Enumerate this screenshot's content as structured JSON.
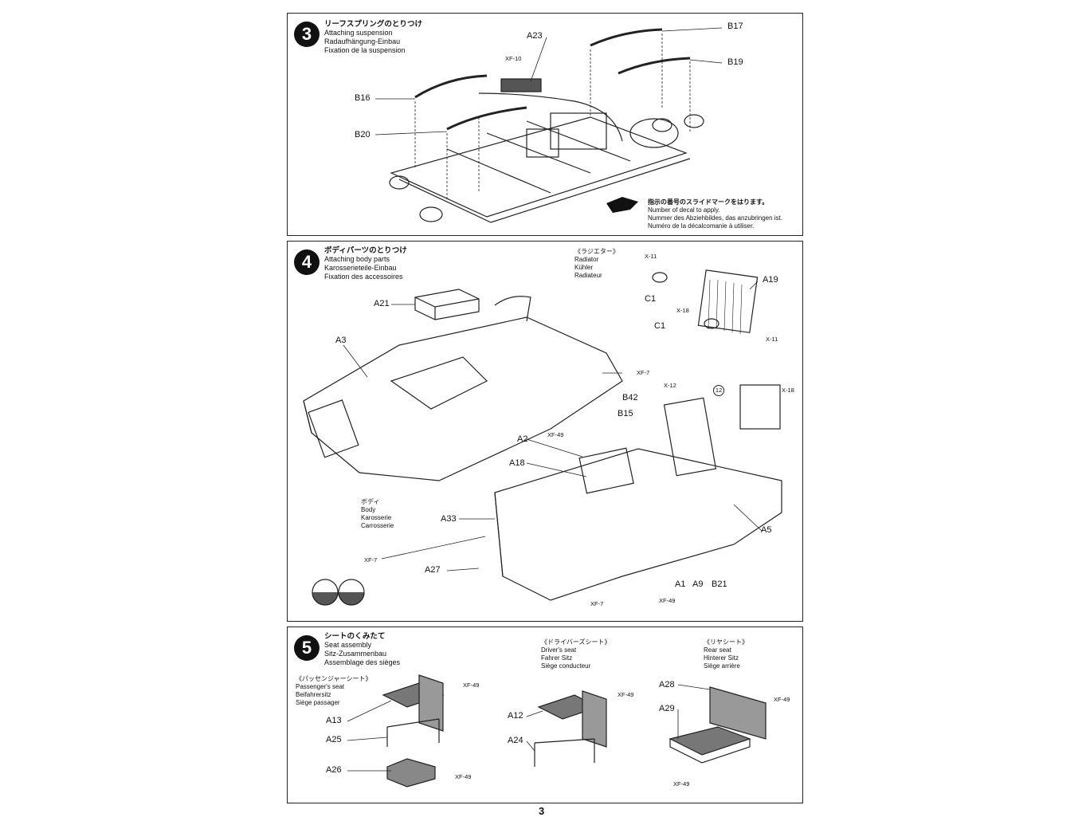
{
  "page_number": "3",
  "step3": {
    "number": "3",
    "title_jp": "リーフスプリングのとりつけ",
    "title_en": "Attaching suspension",
    "title_de": "Radaufhängung-Einbau",
    "title_fr": "Fixation de la suspension",
    "parts": {
      "A23": "A23",
      "XF10": "XF-10",
      "B17": "B17",
      "B19": "B19",
      "B16": "B16",
      "B20": "B20"
    },
    "decal_note": {
      "jp": "指示の番号のスライドマークをはります。",
      "en": "Number of decal to apply.",
      "de": "Nummer des Abziehbildes, das anzubringen ist.",
      "fr": "Numéro de la décalcomanie à utiliser."
    }
  },
  "step4": {
    "number": "4",
    "title_jp": "ボディパーツのとりつけ",
    "title_en": "Attaching body parts",
    "title_de": "Karosserieteile-Einbau",
    "title_fr": "Fixation des accessoires",
    "radiator": {
      "jp": "《ラジエター》",
      "en": "Radiator",
      "de": "Kühler",
      "fr": "Radiateur"
    },
    "body": {
      "jp": "ボディ",
      "en": "Body",
      "de": "Karosserie",
      "fr": "Carrosserie"
    },
    "parts": {
      "X11a": "X-11",
      "A19": "A19",
      "C1a": "C1",
      "X18a": "X-18",
      "C1b": "C1",
      "X11b": "X-11",
      "A21": "A21",
      "A3": "A3",
      "XF7a": "XF-7",
      "X12": "X-12",
      "decal12": "12",
      "X18b": "X-18",
      "B42": "B42",
      "B15": "B15",
      "XF49a": "XF-49",
      "A2": "A2",
      "A18": "A18",
      "A33": "A33",
      "A5": "A5",
      "XF7b": "XF-7",
      "A27": "A27",
      "A1": "A1",
      "A9": "A9",
      "B21": "B21",
      "XF49b": "XF-49",
      "XF7c": "XF-7"
    }
  },
  "step5": {
    "number": "5",
    "title_jp": "シートのくみたて",
    "title_en": "Seat assembly",
    "title_de": "Sitz-Zusammenbau",
    "title_fr": "Assemblage des sièges",
    "passenger": {
      "jp": "《パッセンジャーシート》",
      "en": "Passenger's seat",
      "de": "Beifahrersitz",
      "fr": "Siège passager",
      "parts": {
        "XF49": "XF-49",
        "A13": "A13",
        "A25": "A25",
        "A26": "A26",
        "XF49b": "XF-49"
      }
    },
    "driver": {
      "jp": "《ドライバーズシート》",
      "en": "Driver's seat",
      "de": "Fahrer Sitz",
      "fr": "Siège conducteur",
      "parts": {
        "XF49": "XF-49",
        "A12": "A12",
        "A24": "A24"
      }
    },
    "rear": {
      "jp": "《リヤシート》",
      "en": "Rear seat",
      "de": "Hinterer Sitz",
      "fr": "Siège arrière",
      "parts": {
        "A28": "A28",
        "XF49": "XF-49",
        "A29": "A29",
        "XF49b": "XF-49"
      }
    }
  }
}
